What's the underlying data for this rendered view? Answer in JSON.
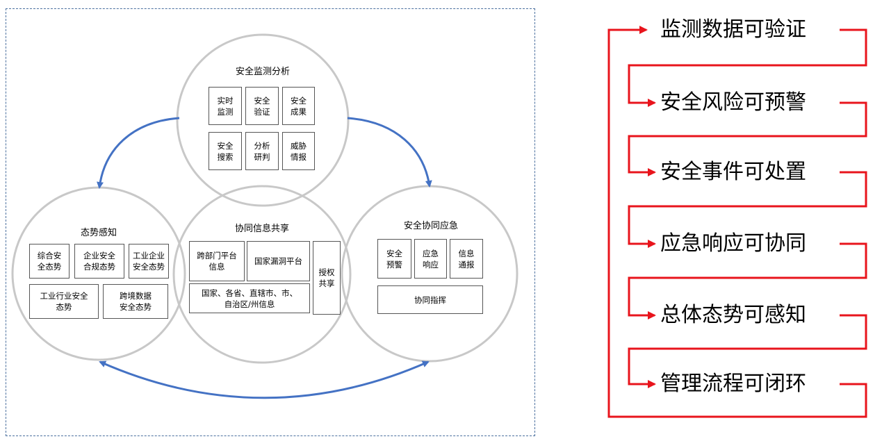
{
  "left_diagram": {
    "circles": {
      "analysis": {
        "title": "安全监测分析",
        "items": [
          "实时\n监测",
          "安全\n验证",
          "安全\n成果",
          "安全\n搜索",
          "分析\n研判",
          "威胁\n情报"
        ]
      },
      "situation": {
        "title": "态势感知",
        "items": [
          "综合安\n全态势",
          "企业安全\n合规态势",
          "工业企业\n安全态势",
          "工业行业安全\n态势",
          "跨境数据\n安全态势"
        ]
      },
      "sharing": {
        "title": "协同信息共享",
        "items": [
          "跨部门平台\n信息",
          "国家漏洞平台",
          "国家、各省、直辖市、市、\n自治区/州信息",
          "授权\n共享"
        ]
      },
      "response": {
        "title": "安全协同应急",
        "items": [
          "安全\n预警",
          "应急\n响应",
          "信息\n通报",
          "协同指挥"
        ]
      }
    }
  },
  "right_flow": {
    "steps": [
      "监测数据可验证",
      "安全风险可预警",
      "安全事件可处置",
      "应急响应可协同",
      "总体态势可感知",
      "管理流程可闭环"
    ]
  },
  "colors": {
    "arrow_blue": "#4472c4",
    "flow_red": "#e8141c",
    "circle_gray": "#c8c8c8",
    "frame_blue": "#4a6f9e"
  }
}
